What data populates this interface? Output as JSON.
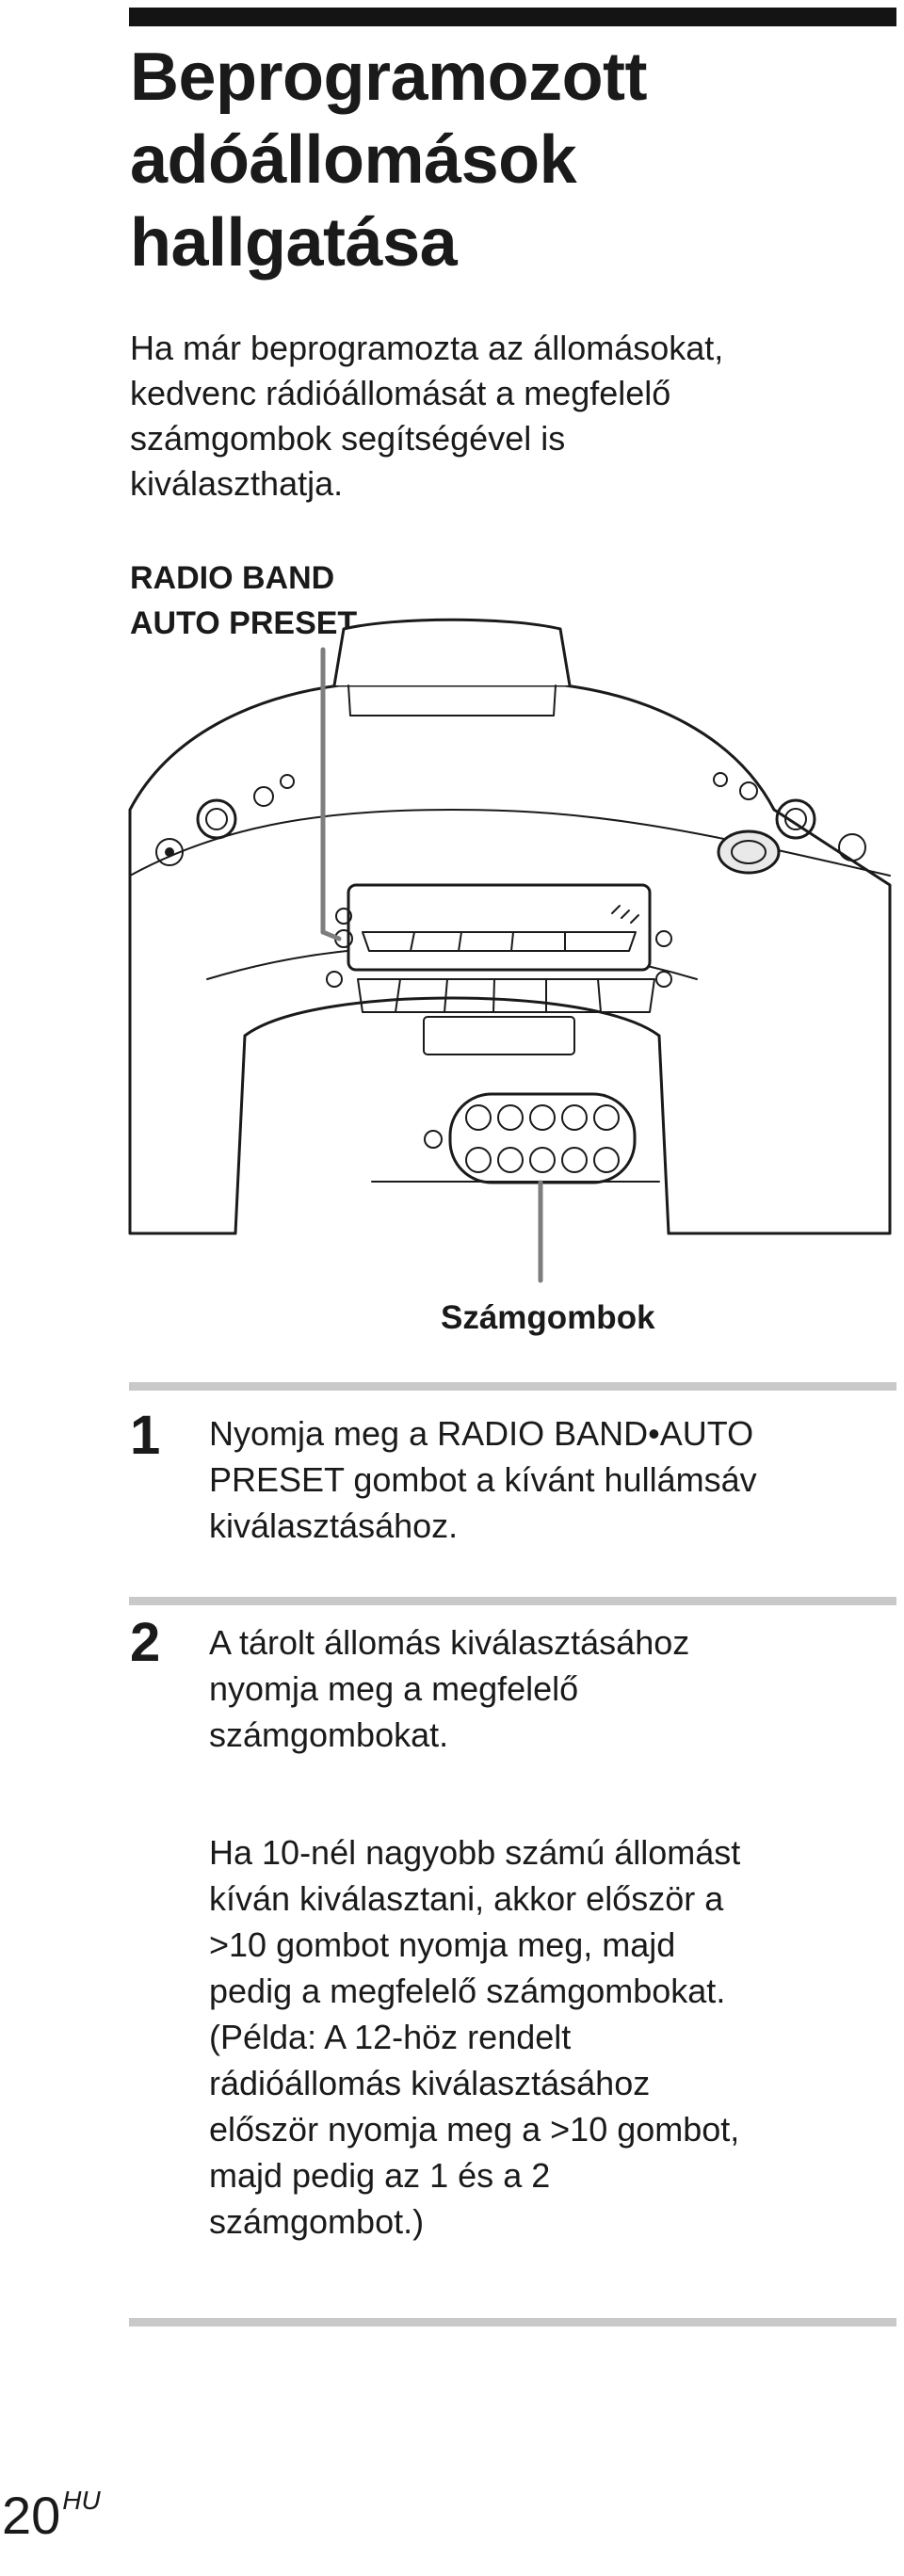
{
  "title": {
    "lines": [
      "Beprogramozott",
      "adóállomások",
      "hallgatása"
    ]
  },
  "intro": {
    "lines": [
      "Ha már beprogramozta az állomásokat,",
      "kedvenc rádióállomását a megfelelő",
      "számgombok segítségével is",
      "kiválaszthatja."
    ]
  },
  "figure": {
    "callout_top": [
      "RADIO BAND",
      "AUTO PRESET"
    ],
    "callout_bottom": "Számgombok",
    "number_buttons": {
      "rows": 2,
      "per_row": 5
    }
  },
  "steps": [
    {
      "number": "1",
      "lines": [
        "Nyomja meg a RADIO BAND•AUTO",
        "PRESET gombot a kívánt hullámsáv",
        "kiválasztásához."
      ]
    },
    {
      "number": "2",
      "lines": [
        "A tárolt állomás kiválasztásához",
        "nyomja meg a megfelelő",
        "számgombokat."
      ],
      "note_lines": [
        "Ha 10-nél nagyobb számú állomást",
        "kíván kiválasztani, akkor először a",
        ">10 gombot nyomja meg, majd",
        "pedig a megfelelő számgombokat.",
        "(Példa: A 12-höz rendelt",
        "rádióállomás kiválasztásához",
        "először nyomja meg a >10 gombot,",
        "majd pedig az 1 és a 2",
        "számgombot.)"
      ]
    }
  ],
  "footer": {
    "page_number": "20",
    "language_code": "HU"
  }
}
